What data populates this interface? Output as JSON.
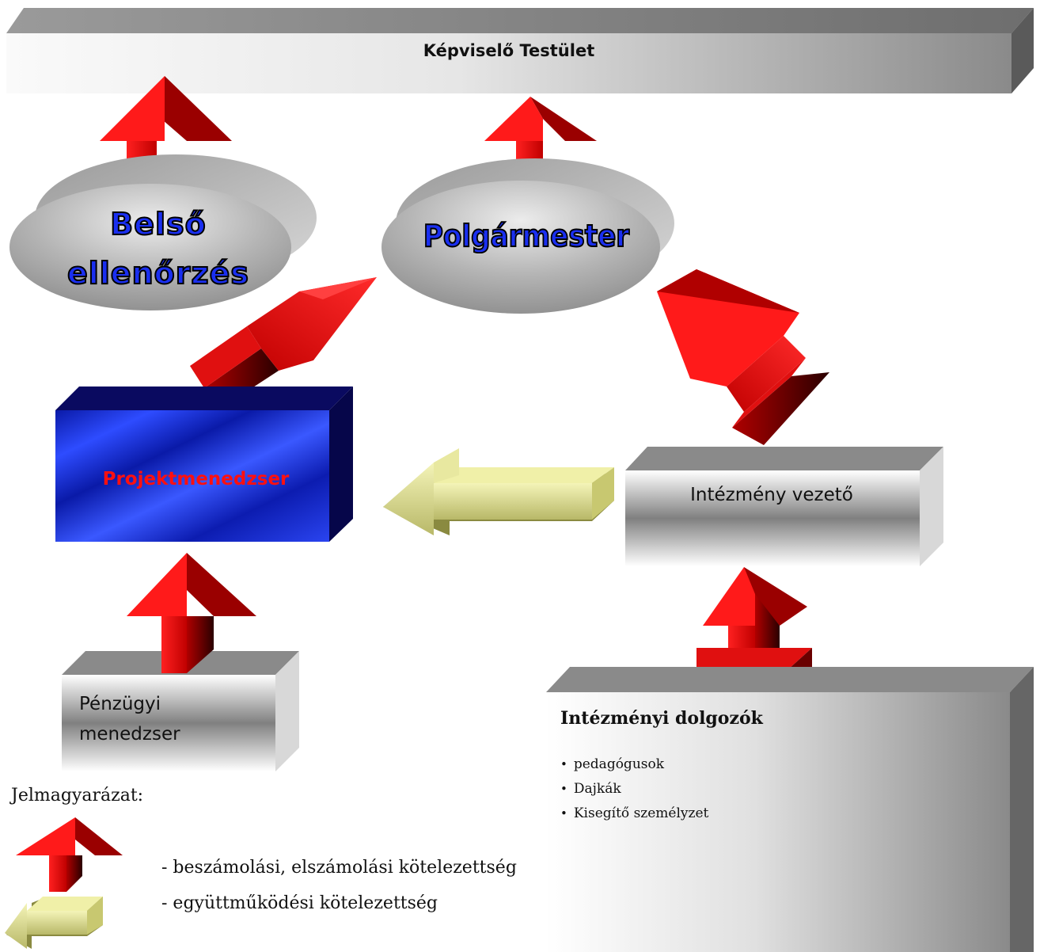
{
  "council": {
    "label": "Képviselő Testület"
  },
  "nodes": {
    "internal_audit": "Belső ellenőrzés",
    "mayor": "Polgármester",
    "project_manager": "Projektmenedzser",
    "institution_head": "Intézmény vezető",
    "financial_manager": "Pénzügyi menedzser"
  },
  "staff": {
    "title": "Intézményi dolgozók",
    "items": [
      "pedagógusok",
      "Dajkák",
      "Kisegítő személyzet"
    ]
  },
  "legend": {
    "title": "Jelmagyarázat:",
    "reporting": "- beszámolási, elszámolási kötelezettség",
    "cooperation": "- együttműködési kötelezettség"
  },
  "colors": {
    "report_arrow": "#e00000",
    "coop_arrow": "#e8e8a0",
    "project_box": "#1020c0",
    "node_text": "#1a2ff0"
  }
}
